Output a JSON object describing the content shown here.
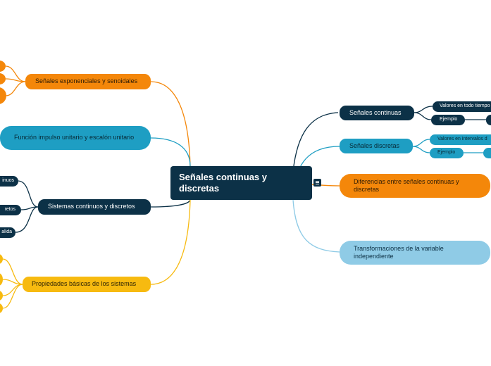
{
  "map": {
    "central_title": "Señales continuas y discretas",
    "right": {
      "continuas": {
        "label": "Señales continuas",
        "sub1": "Valores en todo tiempo",
        "sub2": "Ejemplo"
      },
      "discretas": {
        "label": "Señales discretas",
        "sub1": "Valores en intervalos d",
        "sub2": "Ejemplo"
      },
      "diferencias": "Diferencias entre señales continuas y discretas",
      "transformaciones": "Transformaciones de la variable independiente"
    },
    "left": {
      "exponenciales": "Señales exponenciales y senoidales",
      "impulso": "Función impulso unitario y escalón unitario",
      "sistemas": {
        "label": "Sistemas continuos y discretos",
        "sub1": "inuos",
        "sub2": "retos",
        "sub3": "alida"
      },
      "propiedades": "Propiedades básicas de los sistemas"
    }
  },
  "colors": {
    "central": "#0c3147",
    "orange": "#f4870a",
    "teal": "#1e9ec3",
    "navy": "#0c3147",
    "lightblue": "#8fcbe6",
    "amber": "#f7ba10"
  },
  "icons": {
    "note": "note-icon"
  }
}
